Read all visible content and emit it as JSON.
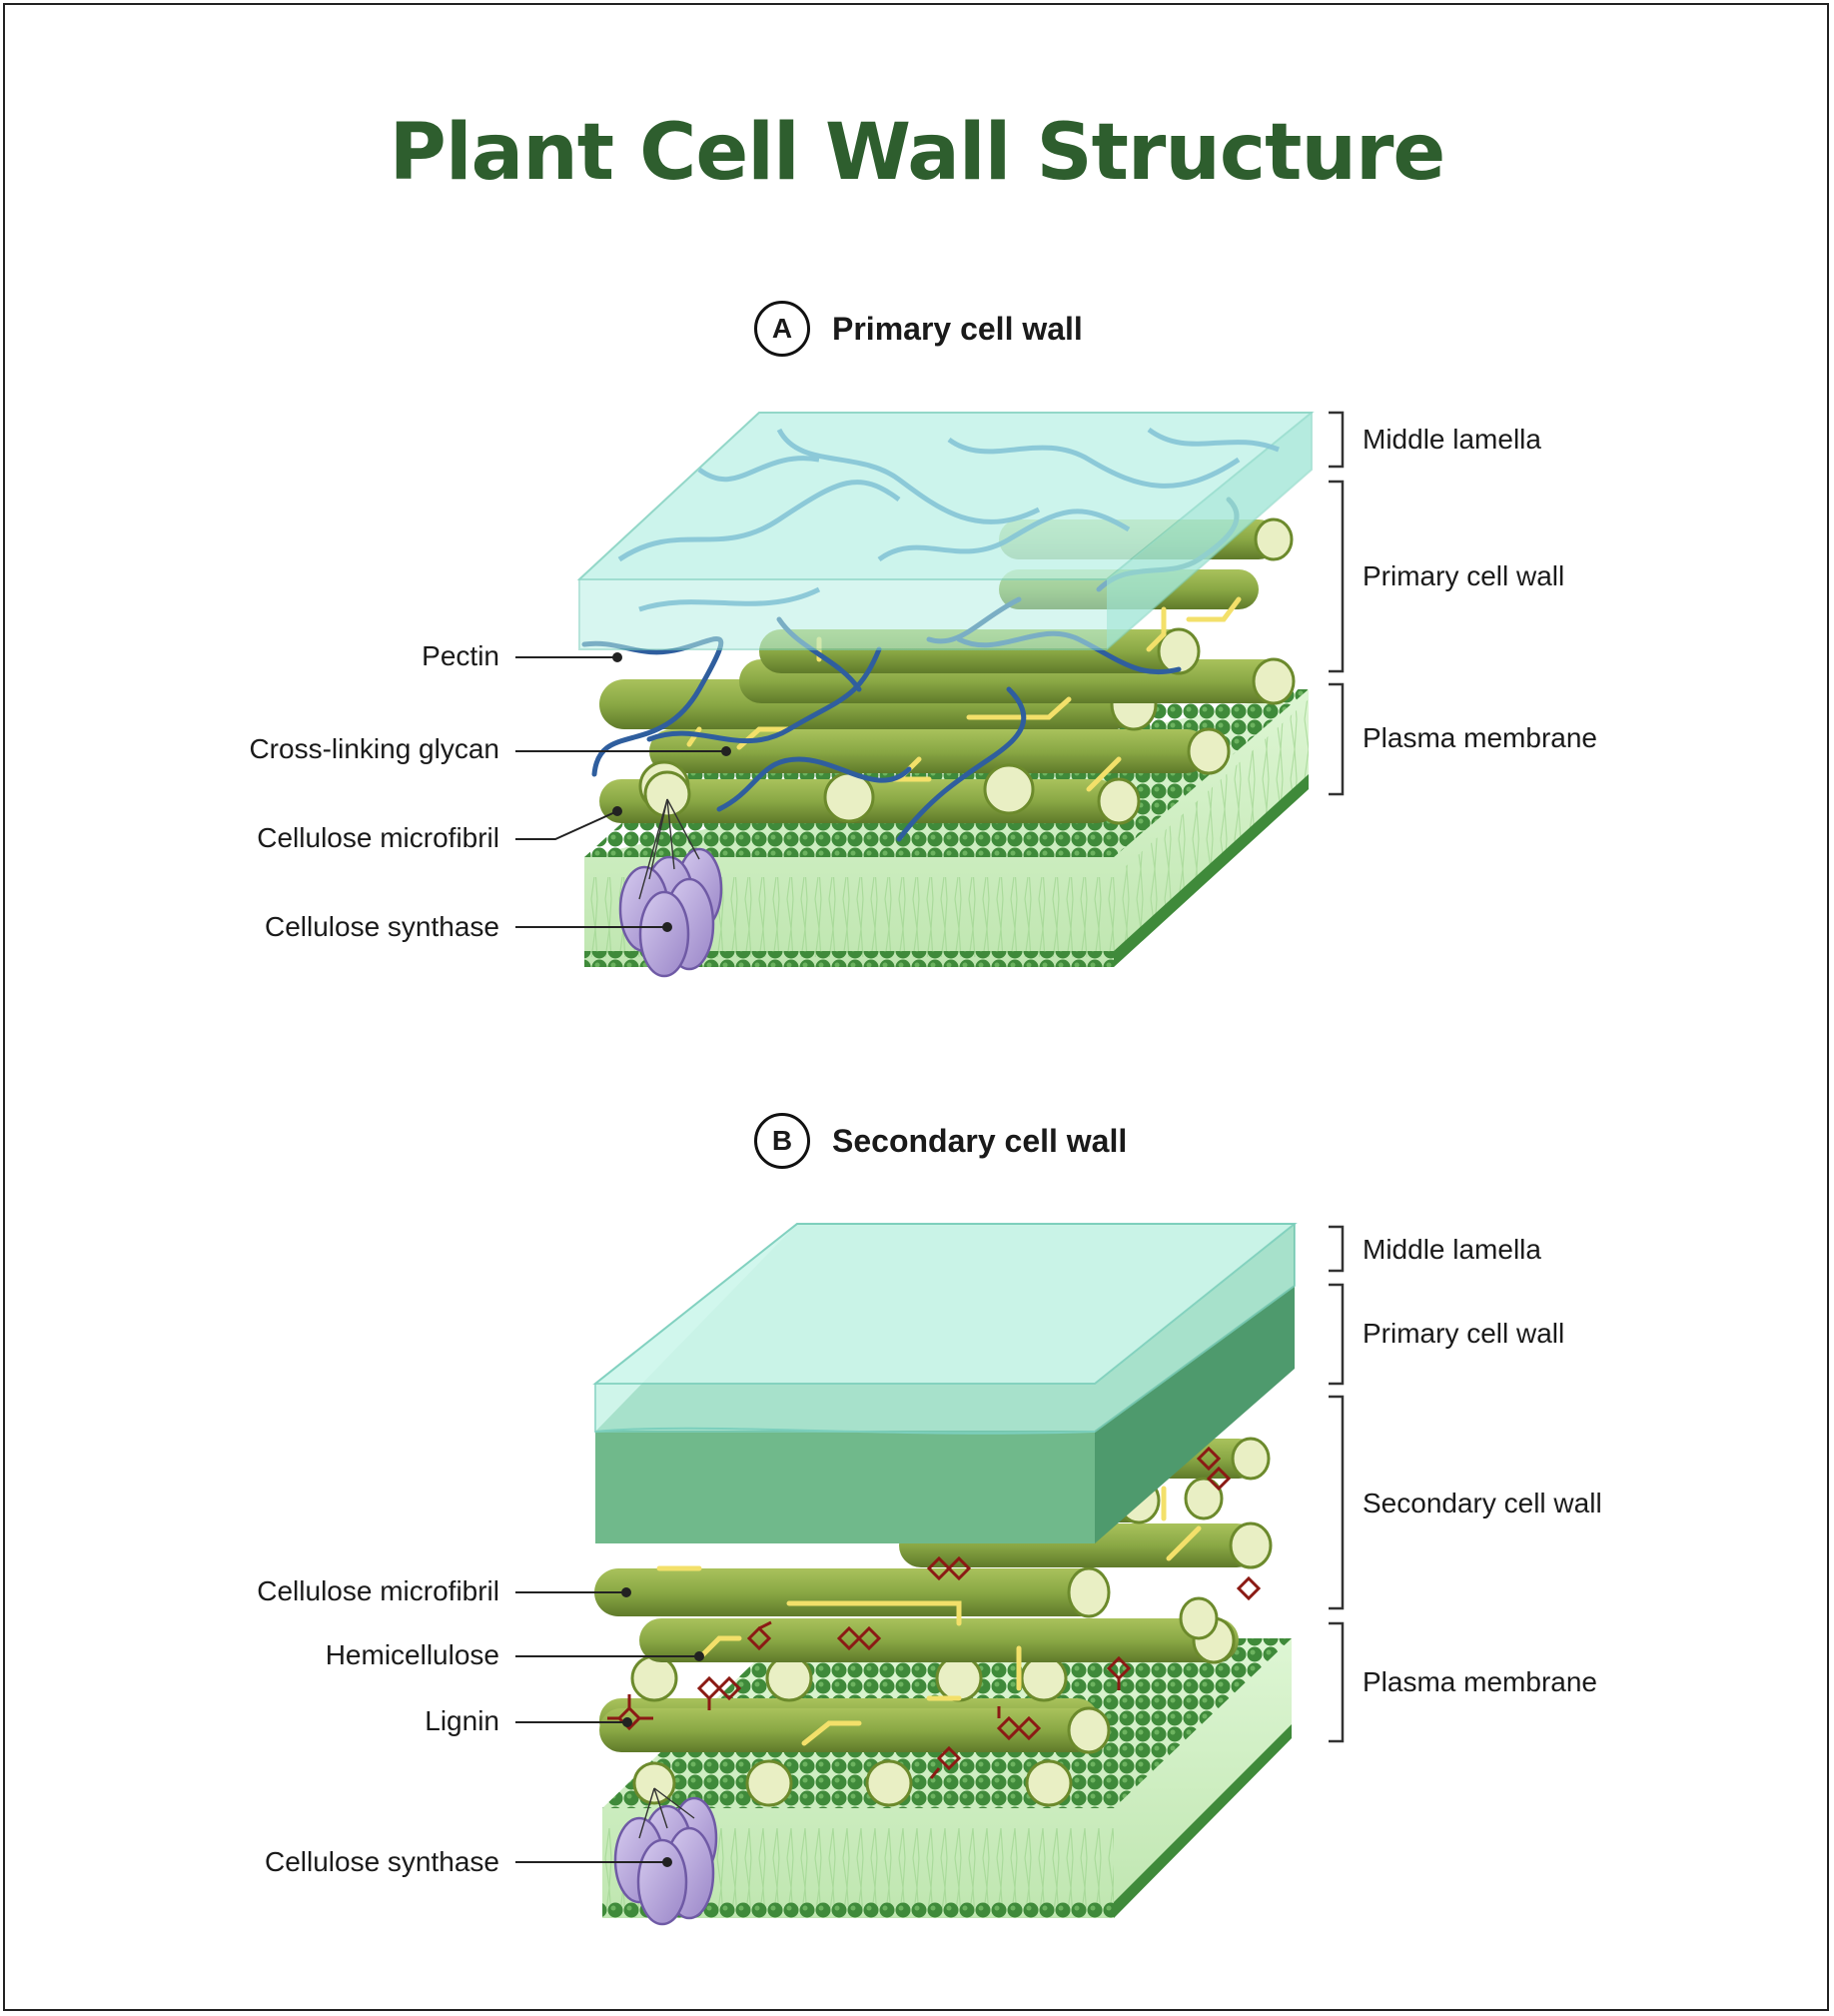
{
  "title": "Plant Cell Wall Structure",
  "colors": {
    "title": "#2e5e2e",
    "fibril": "#8aa845",
    "fibril_dark": "#5f7a2a",
    "membrane_bead": "#3f8a3a",
    "membrane_body": "#cfeec4",
    "pectin": "#2f5e9e",
    "glycan": "#f3e06a",
    "lignin": "#8b1a14",
    "synthase": "#b9a9dc",
    "lamella_glass": "#b8f0e4",
    "primary_wall_solid": "#6cb98a"
  },
  "panel_a": {
    "badge": "A",
    "title": "Primary cell wall",
    "left_labels": [
      "Pectin",
      "Cross-linking glycan",
      "Cellulose microfibril",
      "Cellulose synthase"
    ],
    "right_labels": [
      "Middle lamella",
      "Primary cell wall",
      "Plasma membrane"
    ]
  },
  "panel_b": {
    "badge": "B",
    "title": "Secondary cell wall",
    "left_labels": [
      "Cellulose microfibril",
      "Hemicellulose",
      "Lignin",
      "Cellulose synthase"
    ],
    "right_labels": [
      "Middle lamella",
      "Primary cell wall",
      "Secondary cell wall",
      "Plasma membrane"
    ]
  }
}
